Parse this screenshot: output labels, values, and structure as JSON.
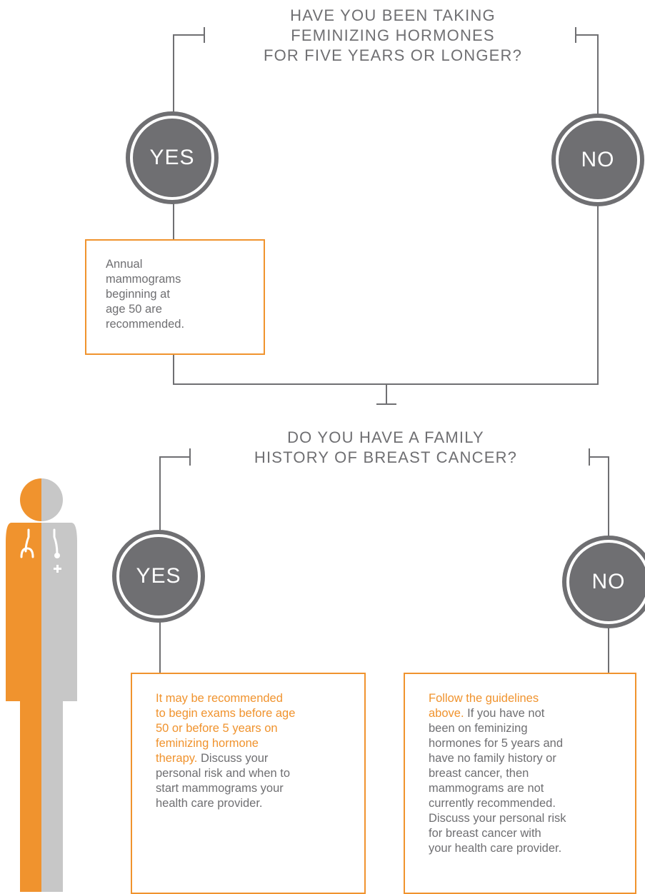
{
  "colors": {
    "accent": "#f0932e",
    "gray": "#6f6f72",
    "light_gray": "#c7c7c7",
    "white": "#ffffff"
  },
  "question1": {
    "line1": "HAVE YOU BEEN TAKING",
    "line2": "FEMINIZING HORMONES",
    "line3": "FOR FIVE YEARS OR LONGER?"
  },
  "q1_yes": "YES",
  "q1_no": "NO",
  "box1": {
    "line1": "Annual",
    "line2": "mammograms",
    "line3": "beginning at",
    "line4": "age 50 are",
    "line5": "recommended."
  },
  "question2": {
    "line1": "DO YOU HAVE A FAMILY",
    "line2": "HISTORY OF BREAST CANCER?"
  },
  "q2_yes": "YES",
  "q2_no": "NO",
  "box2": {
    "highlight": [
      "It may be recommended",
      "to begin exams before age",
      "50 or before 5 years on",
      "feminizing hormone"
    ],
    "mixed_hl": "therapy.",
    "mixed_rest": " Discuss your",
    "rest": [
      "personal risk and when to",
      "start mammograms your",
      "health care provider."
    ]
  },
  "box3": {
    "highlight": [
      "Follow the guidelines"
    ],
    "mixed_hl": "above.",
    "mixed_rest": " If you have not",
    "rest": [
      "been on feminizing",
      "hormones for 5 years and",
      "have no family history or",
      "breast cancer, then",
      "mammograms are not",
      "currently recommended.",
      "Discuss your personal risk",
      "for breast cancer with",
      "your health care provider."
    ]
  },
  "figure": {
    "icon": "doctor-icon"
  }
}
